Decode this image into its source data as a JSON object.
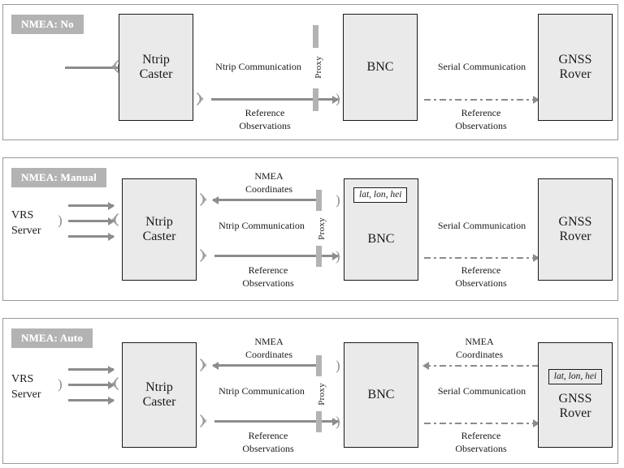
{
  "diagram": {
    "title": "BNC NMEA handling modes",
    "colors": {
      "node_fill": "#eaeaea",
      "node_border": "#1a1a1a",
      "badge_bg": "#b3b3b3",
      "badge_text": "#ffffff",
      "arrow": "#8c8c8c",
      "proxy_bar": "#b3b3b3",
      "panel_border": "#9a9a9a"
    },
    "icons": {
      "antenna_receive": "(((",
      "antenna_transmit": ")))",
      "paren_right": ")",
      "paren_left": "("
    }
  },
  "panels": [
    {
      "id": "panel-1",
      "badge": "NMEA: No",
      "nodes": {
        "caster": {
          "line1": "Ntrip",
          "line2": "Caster"
        },
        "bnc": {
          "line1": "BNC"
        },
        "rover": {
          "line1": "GNSS",
          "line2": "Rover"
        }
      },
      "proxy_label": "Proxy",
      "labels": {
        "ntrip_comm": "Ntrip Communication",
        "ref_obs_left_1": "Reference",
        "ref_obs_left_2": "Observations",
        "serial_comm": "Serial Communication",
        "ref_obs_right_1": "Reference",
        "ref_obs_right_2": "Observations"
      }
    },
    {
      "id": "panel-2",
      "badge": "NMEA: Manual",
      "source": {
        "line1": "VRS",
        "line2": "Server"
      },
      "nodes": {
        "caster": {
          "line1": "Ntrip",
          "line2": "Caster"
        },
        "bnc": {
          "line1": "BNC"
        },
        "rover": {
          "line1": "GNSS",
          "line2": "Rover"
        }
      },
      "proxy_label": "Proxy",
      "coord_box": "lat, lon, hei",
      "labels": {
        "nmea_coords_1": "NMEA",
        "nmea_coords_2": "Coordinates",
        "ntrip_comm": "Ntrip Communication",
        "ref_obs_left_1": "Reference",
        "ref_obs_left_2": "Observations",
        "serial_comm": "Serial Communication",
        "ref_obs_right_1": "Reference",
        "ref_obs_right_2": "Observations"
      }
    },
    {
      "id": "panel-3",
      "badge": "NMEA: Auto",
      "source": {
        "line1": "VRS",
        "line2": "Server"
      },
      "nodes": {
        "caster": {
          "line1": "Ntrip",
          "line2": "Caster"
        },
        "bnc": {
          "line1": "BNC"
        },
        "rover": {
          "line1": "GNSS",
          "line2": "Rover"
        }
      },
      "proxy_label": "Proxy",
      "coord_box": "lat, lon, hei",
      "labels": {
        "nmea_coords_left_1": "NMEA",
        "nmea_coords_left_2": "Coordinates",
        "ntrip_comm": "Ntrip Communication",
        "ref_obs_left_1": "Reference",
        "ref_obs_left_2": "Observations",
        "nmea_coords_right_1": "NMEA",
        "nmea_coords_right_2": "Coordinates",
        "serial_comm": "Serial Communication",
        "ref_obs_right_1": "Reference",
        "ref_obs_right_2": "Observations"
      }
    }
  ]
}
